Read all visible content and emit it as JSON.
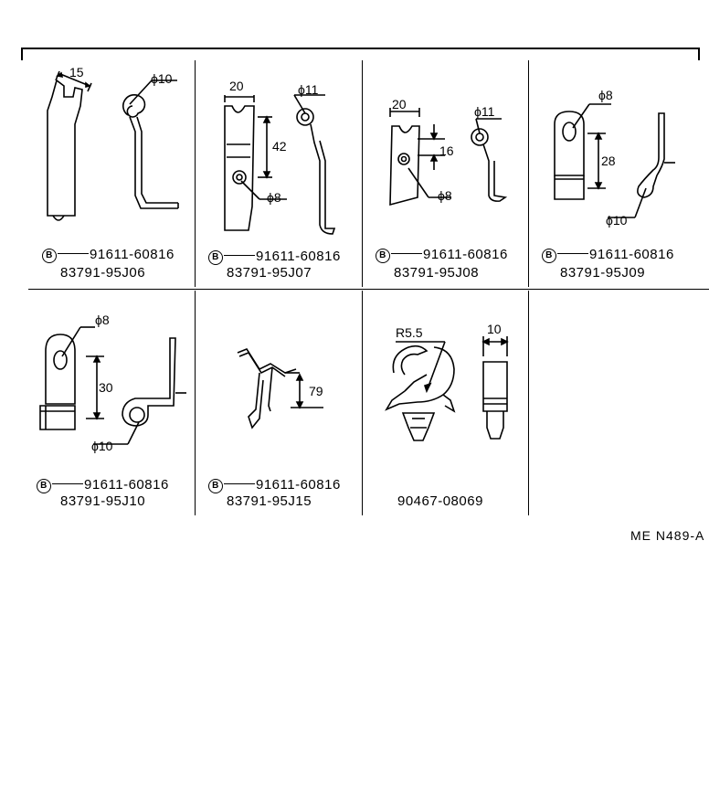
{
  "diagram_code": "ME  N489-A",
  "bolt_symbol": "B",
  "cells": [
    {
      "dims": [
        "15",
        "ϕ10"
      ],
      "bolt_part": "91611-60816",
      "part_number": "83791-95J06"
    },
    {
      "dims": [
        "20",
        "ϕ11",
        "42",
        "ϕ8"
      ],
      "bolt_part": "91611-60816",
      "part_number": "83791-95J07"
    },
    {
      "dims": [
        "20",
        "ϕ11",
        "16",
        "ϕ8"
      ],
      "bolt_part": "91611-60816",
      "part_number": "83791-95J08"
    },
    {
      "dims": [
        "ϕ8",
        "28",
        "ϕ10"
      ],
      "bolt_part": "91611-60816",
      "part_number": "83791-95J09"
    },
    {
      "dims": [
        "ϕ8",
        "30",
        "ϕ10"
      ],
      "bolt_part": "91611-60816",
      "part_number": "83791-95J10"
    },
    {
      "dims": [
        "79"
      ],
      "bolt_part": "91611-60816",
      "part_number": "83791-95J15"
    },
    {
      "dims": [
        "R5.5",
        "10"
      ],
      "part_number": "90467-08069"
    }
  ]
}
